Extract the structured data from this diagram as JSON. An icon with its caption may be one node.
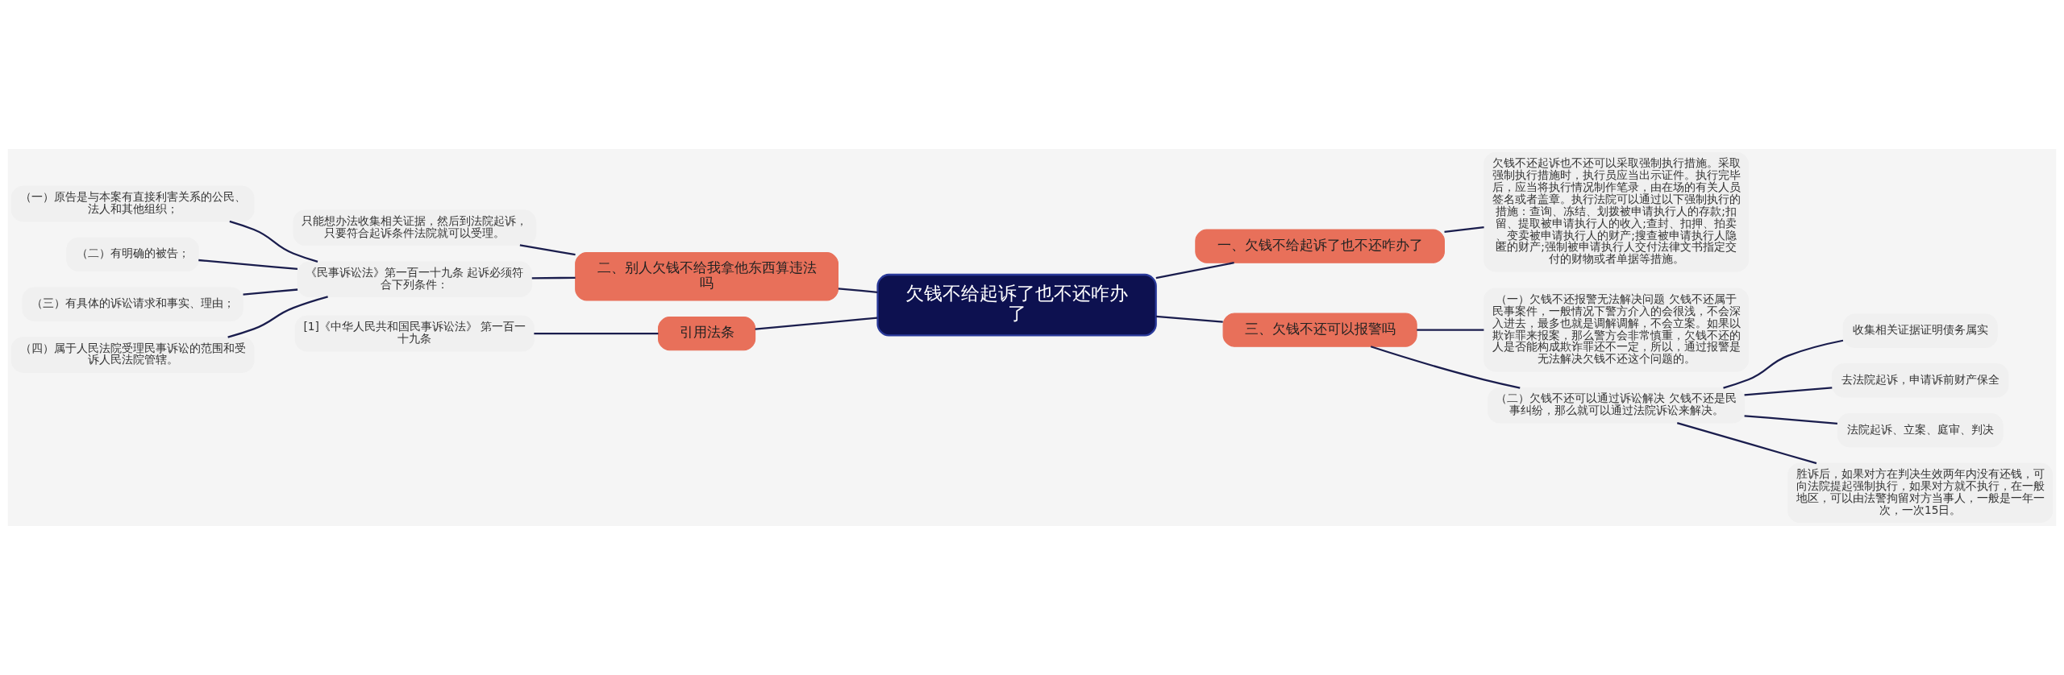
{
  "diagram": {
    "nodes": [
      {
        "text": [
          "欠钱不给起诉了也不还咋办了"
        ]
      },
      {
        "text": [
          "二、别人欠钱不给我拿他东西算违法吗"
        ]
      },
      {
        "text": [
          "只能想办法收集相关证据，然后到法院起诉，只要符合起诉条件法院就可以受理。"
        ]
      },
      {
        "text": [
          "《民事诉讼法》第一百一十九条 起诉必须符合下列条件："
        ]
      },
      {
        "text": [
          "（一）原告是与本案有直接利害关系的公民、法人和其他组织；"
        ]
      },
      {
        "text": [
          "（二）有明确的被告；"
        ]
      },
      {
        "text": [
          "（三）有具体的诉讼请求和事实、理由；"
        ]
      },
      {
        "text": [
          "（四）属于人民法院受理民事诉讼的范围和受诉人民法院管辖。"
        ]
      },
      {
        "text": [
          "引用法条"
        ]
      },
      {
        "text": [
          "[1]《中华人民共和国民事诉讼法》 第一百一十九条"
        ]
      },
      {
        "text": [
          "一、欠钱不给起诉了也不还咋办了"
        ]
      },
      {
        "text": [
          "欠钱不还起诉也不还可以采取强制执行措施。采取强制执行措施时，执行员应当出示证件。执行完毕后，应当将执行情况制作笔录，由在场的有关人员签名或者盖章。执行法院可以通过以下强制执行的措施：查询、冻结、划拨被申请执行人的存款;扣留、提取被申请执行人的收入;查封、扣押、拍卖、变卖被申请执行人的财产;搜查被申请执行人隐匿的财产;强制被申请执行人交付法律文书指定交付的财物或者单据等措施。"
        ]
      },
      {
        "text": [
          "三、欠钱不还可以报警吗"
        ]
      },
      {
        "text": [
          "（一）欠钱不还报警无法解决问题 欠钱不还属于民事案件，一般情况下警方介入的会很浅，不会深入进去，最多也就是调解调解，不会立案。如果以欺诈罪来报案，那么警方会非常慎重，欠钱不还的人是否能构成欺诈罪还不一定，所以，通过报警是无法解决欠钱不还这个问题的。"
        ]
      },
      {
        "text": [
          "（二）欠钱不还可以通过诉讼解决 欠钱不还是民事纠纷，那么就可以通过法院诉讼来解决。"
        ]
      },
      {
        "text": [
          "收集相关证据证明债务属实"
        ]
      },
      {
        "text": [
          "去法院起诉，申请诉前财产保全"
        ]
      },
      {
        "text": [
          "法院起诉、立案、庭审、判决"
        ]
      },
      {
        "text": [
          "胜诉后，如果对方在判决生效两年内没有还钱，可向法院提起强制执行，如果对方就不执行，在一般地区，可以由法警拘留对方当事人，一般是一年一次，一次15日。"
        ]
      }
    ],
    "edges": [
      {
        "from": 0,
        "to": 1,
        "arrow": "none"
      },
      {
        "from": 1,
        "to": 2,
        "arrow": "none"
      },
      {
        "from": 1,
        "to": 3,
        "arrow": "none"
      },
      {
        "from": 3,
        "to": 4,
        "arrow": "none"
      },
      {
        "from": 3,
        "to": 5,
        "arrow": "none"
      },
      {
        "from": 3,
        "to": 6,
        "arrow": "none"
      },
      {
        "from": 3,
        "to": 7,
        "arrow": "none"
      },
      {
        "from": 0,
        "to": 8,
        "arrow": "none"
      },
      {
        "from": 8,
        "to": 9,
        "arrow": "none"
      },
      {
        "from": 0,
        "to": 10,
        "arrow": "none"
      },
      {
        "from": 10,
        "to": 11,
        "arrow": "none"
      },
      {
        "from": 0,
        "to": 12,
        "arrow": "none"
      },
      {
        "from": 12,
        "to": 13,
        "arrow": "none"
      },
      {
        "from": 12,
        "to": 14,
        "arrow": "none"
      },
      {
        "from": 14,
        "to": 15,
        "arrow": "none"
      },
      {
        "from": 14,
        "to": 16,
        "arrow": "none"
      },
      {
        "from": 14,
        "to": 17,
        "arrow": "none"
      },
      {
        "from": 14,
        "to": 18,
        "arrow": "none"
      }
    ]
  }
}
